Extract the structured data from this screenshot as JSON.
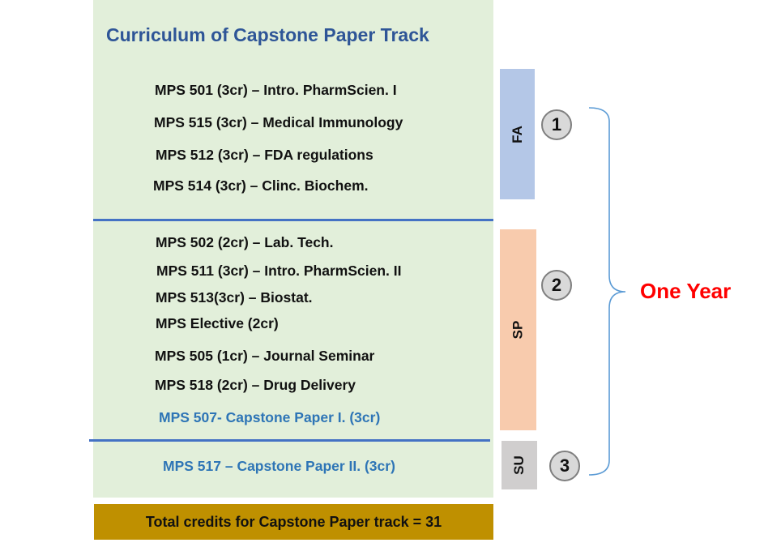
{
  "title": "Curriculum of Capstone Paper Track",
  "fall": {
    "term_label": "FA",
    "number": "1",
    "courses": [
      "MPS 501 (3cr) – Intro. PharmScien. I",
      "MPS 515 (3cr) – Medical Immunology",
      "MPS 512 (3cr) – FDA regulations",
      "MPS 514 (3cr) – Clinc. Biochem."
    ]
  },
  "spring": {
    "term_label": "SP",
    "number": "2",
    "courses": [
      "MPS 502 (2cr) – Lab. Tech.",
      "MPS 511 (3cr) – Intro. PharmScien. II",
      "MPS 513(3cr) – Biostat.",
      "MPS Elective (2cr)",
      "MPS 505 (1cr) – Journal Seminar",
      "MPS 518 (2cr) – Drug Delivery"
    ],
    "capstone": "MPS 507- Capstone Paper I. (3cr)"
  },
  "summer": {
    "term_label": "SU",
    "number": "3",
    "capstone": "MPS 517 – Capstone Paper II. (3cr)"
  },
  "duration_label": "One Year",
  "total": "Total credits for Capstone Paper track = 31",
  "colors": {
    "panel_bg": "#e2efda",
    "title": "#2e5597",
    "capstone_text": "#2e75b6",
    "divider": "#4472c4",
    "fa_bar": "#b4c7e7",
    "sp_bar": "#f8cbad",
    "su_bar": "#d0cece",
    "total_bg": "#bf9000",
    "duration_text": "#ff0000"
  }
}
